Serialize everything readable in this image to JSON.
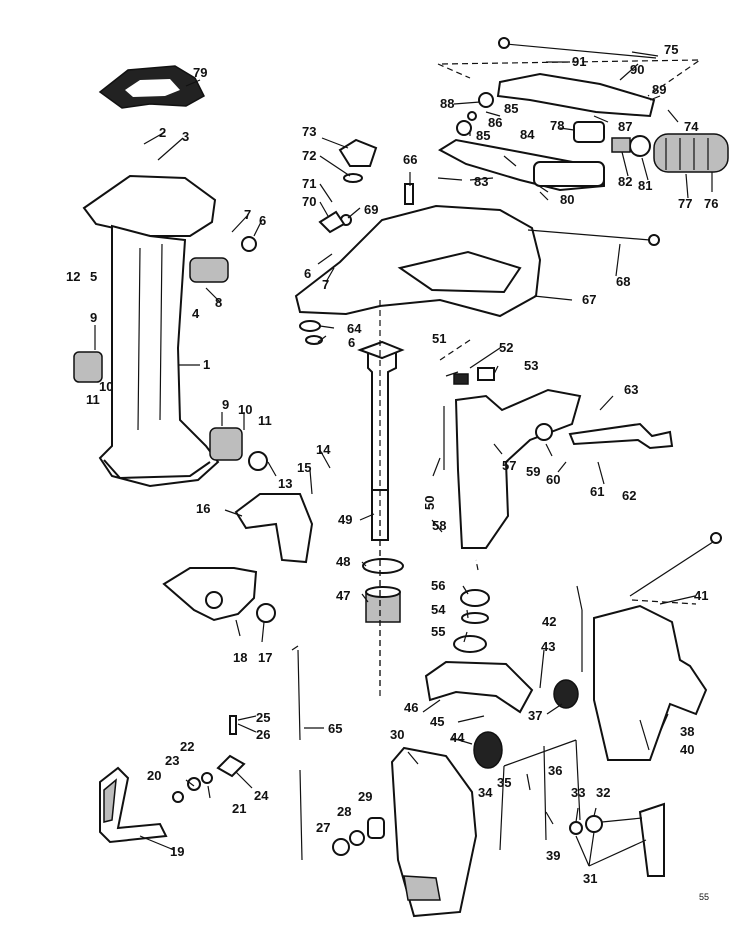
{
  "diagram": {
    "type": "exploded-parts-view",
    "page_number": "55",
    "callouts": [
      "1",
      "2",
      "3",
      "4",
      "5",
      "6",
      "7",
      "8",
      "9",
      "10",
      "11",
      "12",
      "13",
      "14",
      "15",
      "16",
      "17",
      "18",
      "19",
      "20",
      "21",
      "22",
      "23",
      "24",
      "25",
      "26",
      "27",
      "28",
      "29",
      "30",
      "31",
      "32",
      "33",
      "34",
      "35",
      "36",
      "37",
      "38",
      "39",
      "40",
      "41",
      "42",
      "43",
      "44",
      "45",
      "46",
      "47",
      "48",
      "49",
      "50",
      "51",
      "52",
      "53",
      "54",
      "55",
      "56",
      "57",
      "58",
      "59",
      "60",
      "61",
      "62",
      "63",
      "64",
      "65",
      "66",
      "67",
      "68",
      "69",
      "70",
      "71",
      "72",
      "73",
      "74",
      "75",
      "76",
      "77",
      "78",
      "79",
      "80",
      "81",
      "82",
      "83",
      "84",
      "85",
      "86",
      "87",
      "88",
      "89",
      "90",
      "91"
    ]
  }
}
